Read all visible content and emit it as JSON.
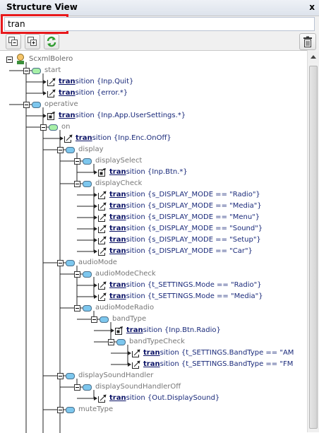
{
  "panel": {
    "title": "Structure View",
    "close_label": "x"
  },
  "search": {
    "value": "tran"
  },
  "toolbar": {
    "collapse_icon": "collapse-all-icon",
    "expand_icon": "expand-all-icon",
    "refresh_icon": "refresh-icon",
    "delete_icon": "trash-icon"
  },
  "tree": {
    "highlight": "tran",
    "rows": [
      {
        "kind": "root",
        "label": "ScxmlBolero",
        "depth": 0
      },
      {
        "kind": "state",
        "label": "start",
        "depth": 1,
        "color": "#a7f0a7"
      },
      {
        "kind": "trans",
        "label": "{Inp.Quit}",
        "depth": 2,
        "icon": "transition-icon"
      },
      {
        "kind": "trans",
        "label": "{error.*}",
        "depth": 2,
        "icon": "transition-icon"
      },
      {
        "kind": "state",
        "label": "operative",
        "depth": 1,
        "color": "#7dc7ee"
      },
      {
        "kind": "trans",
        "label": "{Inp.App.UserSettings.*}",
        "depth": 2,
        "icon": "internal-transition-icon"
      },
      {
        "kind": "state",
        "label": "on",
        "depth": 2,
        "color": "#a7f0a7"
      },
      {
        "kind": "trans",
        "label": "{Inp.Enc.OnOff}",
        "depth": 3,
        "icon": "transition-icon"
      },
      {
        "kind": "state",
        "label": "display",
        "depth": 3,
        "color": "#7dc7ee"
      },
      {
        "kind": "state",
        "label": "displaySelect",
        "depth": 4,
        "color": "#7dc7ee"
      },
      {
        "kind": "trans",
        "label": "{Inp.Btn.*}",
        "depth": 5,
        "icon": "internal-transition-icon"
      },
      {
        "kind": "state",
        "label": "displayCheck",
        "depth": 4,
        "color": "#7dc7ee"
      },
      {
        "kind": "trans",
        "label": "{s_DISPLAY_MODE == \"Radio\"}",
        "depth": 5,
        "icon": "transition-icon"
      },
      {
        "kind": "trans",
        "label": "{s_DISPLAY_MODE == \"Media\"}",
        "depth": 5,
        "icon": "transition-icon"
      },
      {
        "kind": "trans",
        "label": "{s_DISPLAY_MODE == \"Menu\"}",
        "depth": 5,
        "icon": "transition-icon"
      },
      {
        "kind": "trans",
        "label": "{s_DISPLAY_MODE == \"Sound\"}",
        "depth": 5,
        "icon": "transition-icon"
      },
      {
        "kind": "trans",
        "label": "{s_DISPLAY_MODE == \"Setup\"}",
        "depth": 5,
        "icon": "transition-icon"
      },
      {
        "kind": "trans",
        "label": "{s_DISPLAY_MODE == \"Car\"}",
        "depth": 5,
        "icon": "transition-icon"
      },
      {
        "kind": "state",
        "label": "audioMode",
        "depth": 3,
        "color": "#7dc7ee"
      },
      {
        "kind": "state",
        "label": "audioModeCheck",
        "depth": 4,
        "color": "#7dc7ee"
      },
      {
        "kind": "trans",
        "label": "{t_SETTINGS.Mode == \"Radio\"}",
        "depth": 5,
        "icon": "transition-icon"
      },
      {
        "kind": "trans",
        "label": "{t_SETTINGS.Mode == \"Media\"}",
        "depth": 5,
        "icon": "transition-icon"
      },
      {
        "kind": "state",
        "label": "audioModeRadio",
        "depth": 4,
        "color": "#7dc7ee"
      },
      {
        "kind": "state",
        "label": "bandType",
        "depth": 5,
        "color": "#7dc7ee"
      },
      {
        "kind": "trans",
        "label": "{Inp.Btn.Radio}",
        "depth": 6,
        "icon": "internal-transition-icon"
      },
      {
        "kind": "state",
        "label": "bandTypeCheck",
        "depth": 6,
        "color": "#7dc7ee"
      },
      {
        "kind": "trans",
        "label": "{t_SETTINGS.BandType == \"AM",
        "depth": 7,
        "icon": "transition-icon"
      },
      {
        "kind": "trans",
        "label": "{t_SETTINGS.BandType == \"FM",
        "depth": 7,
        "icon": "transition-icon"
      },
      {
        "kind": "state",
        "label": "displaySoundHandler",
        "depth": 3,
        "color": "#7dc7ee"
      },
      {
        "kind": "state",
        "label": "displaySoundHandlerOff",
        "depth": 4,
        "color": "#7dc7ee"
      },
      {
        "kind": "trans",
        "label": "{Out.DisplaySound}",
        "depth": 5,
        "icon": "transition-icon"
      },
      {
        "kind": "state",
        "label": "muteType",
        "depth": 3,
        "color": "#7dc7ee"
      }
    ]
  }
}
